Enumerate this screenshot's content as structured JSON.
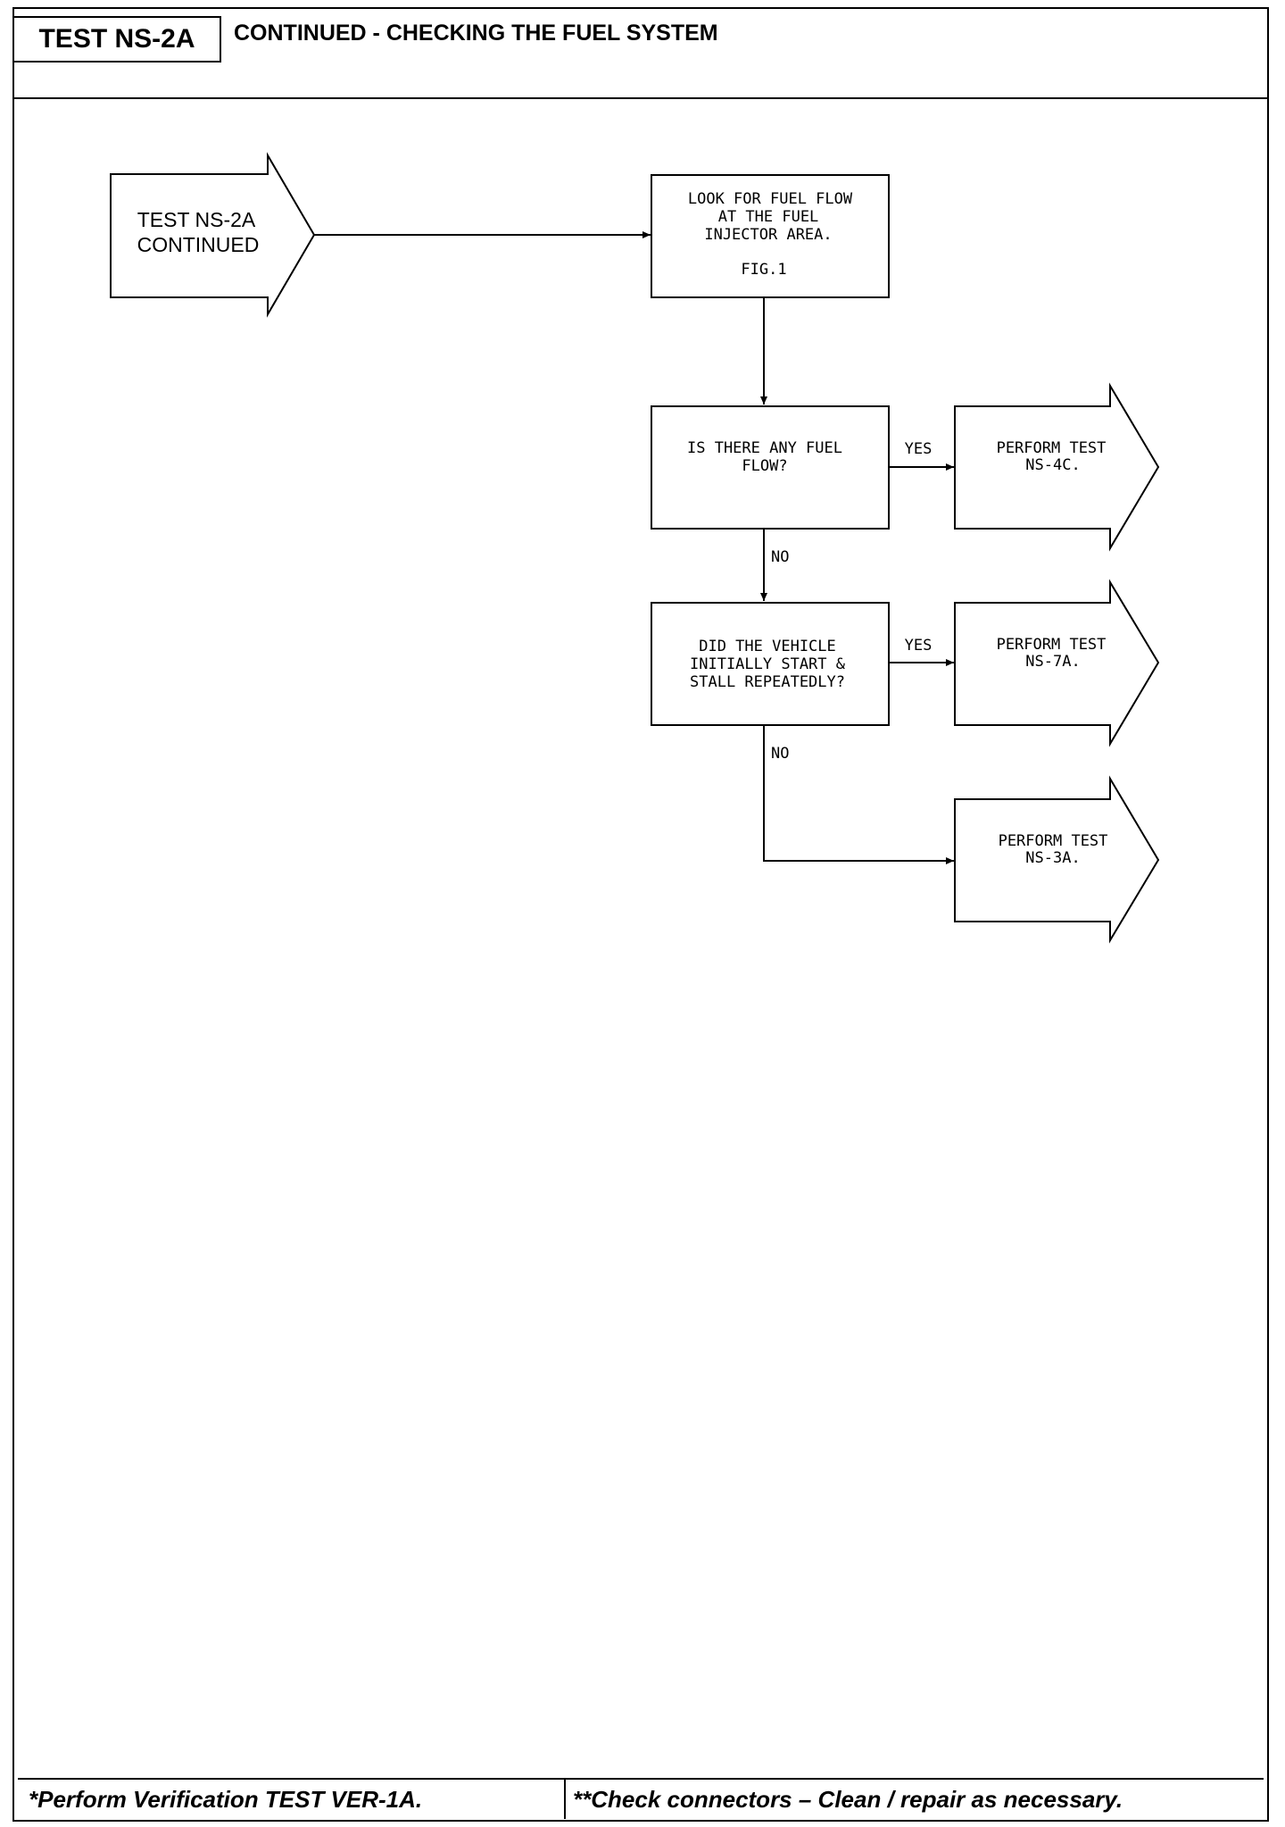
{
  "header": {
    "test_id": "TEST NS-2A",
    "title": "CONTINUED - CHECKING THE FUEL SYSTEM"
  },
  "start": {
    "line1": "TEST NS-2A",
    "line2": "CONTINUED"
  },
  "steps": {
    "look": {
      "lines": [
        "LOOK FOR FUEL FLOW",
        "AT THE FUEL",
        "INJECTOR AREA."
      ],
      "fig": "FIG.1"
    },
    "flow_question": {
      "lines": [
        "IS THERE ANY FUEL",
        "FLOW?"
      ]
    },
    "stall_question": {
      "lines": [
        "DID THE VEHICLE",
        "INITIALLY START &",
        "STALL REPEATEDLY?"
      ]
    }
  },
  "branches": {
    "yes_label": "YES",
    "no_label": "NO"
  },
  "results": {
    "ns4c": [
      "PERFORM TEST",
      "NS-4C."
    ],
    "ns7a": [
      "PERFORM TEST",
      "NS-7A."
    ],
    "ns3a": [
      "PERFORM TEST",
      "NS-3A."
    ]
  },
  "footer": {
    "left": "*Perform Verification TEST VER-1A.",
    "right": "**Check connectors – Clean / repair as necessary."
  }
}
